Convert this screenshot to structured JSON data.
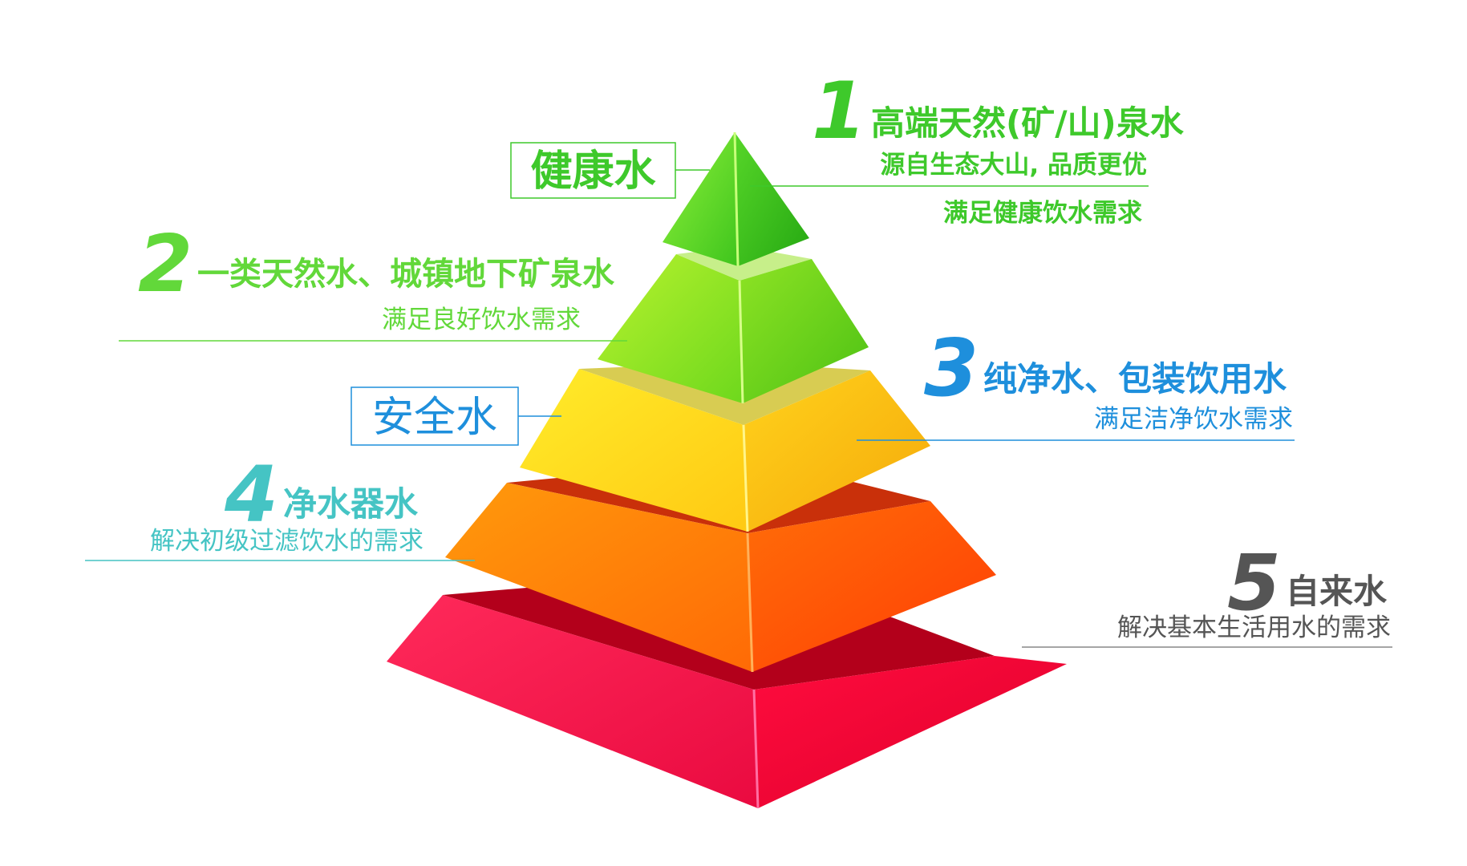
{
  "colors": {
    "tier1": "#3ec92b",
    "tier2": "#62d83a",
    "tier3": "#1e8fdc",
    "tier4": "#45c4c4",
    "tier5": "#555555"
  },
  "category_labels": {
    "healthy": "健康水",
    "safe": "安全水"
  },
  "tiers": [
    {
      "number": "1",
      "title": "高端天然(矿/山)泉水",
      "lines": [
        "源自生态大山, 品质更优",
        "满足健康饮水需求"
      ]
    },
    {
      "number": "2",
      "title": "一类天然水、城镇地下矿泉水",
      "lines": [
        "满足良好饮水需求"
      ]
    },
    {
      "number": "3",
      "title": "纯净水、包装饮用水",
      "lines": [
        "满足洁净饮水需求"
      ]
    },
    {
      "number": "4",
      "title": "净水器水",
      "lines": [
        "解决初级过滤饮水的需求"
      ]
    },
    {
      "number": "5",
      "title": "自来水",
      "lines": [
        "解决基本生活用水的需求"
      ]
    }
  ]
}
